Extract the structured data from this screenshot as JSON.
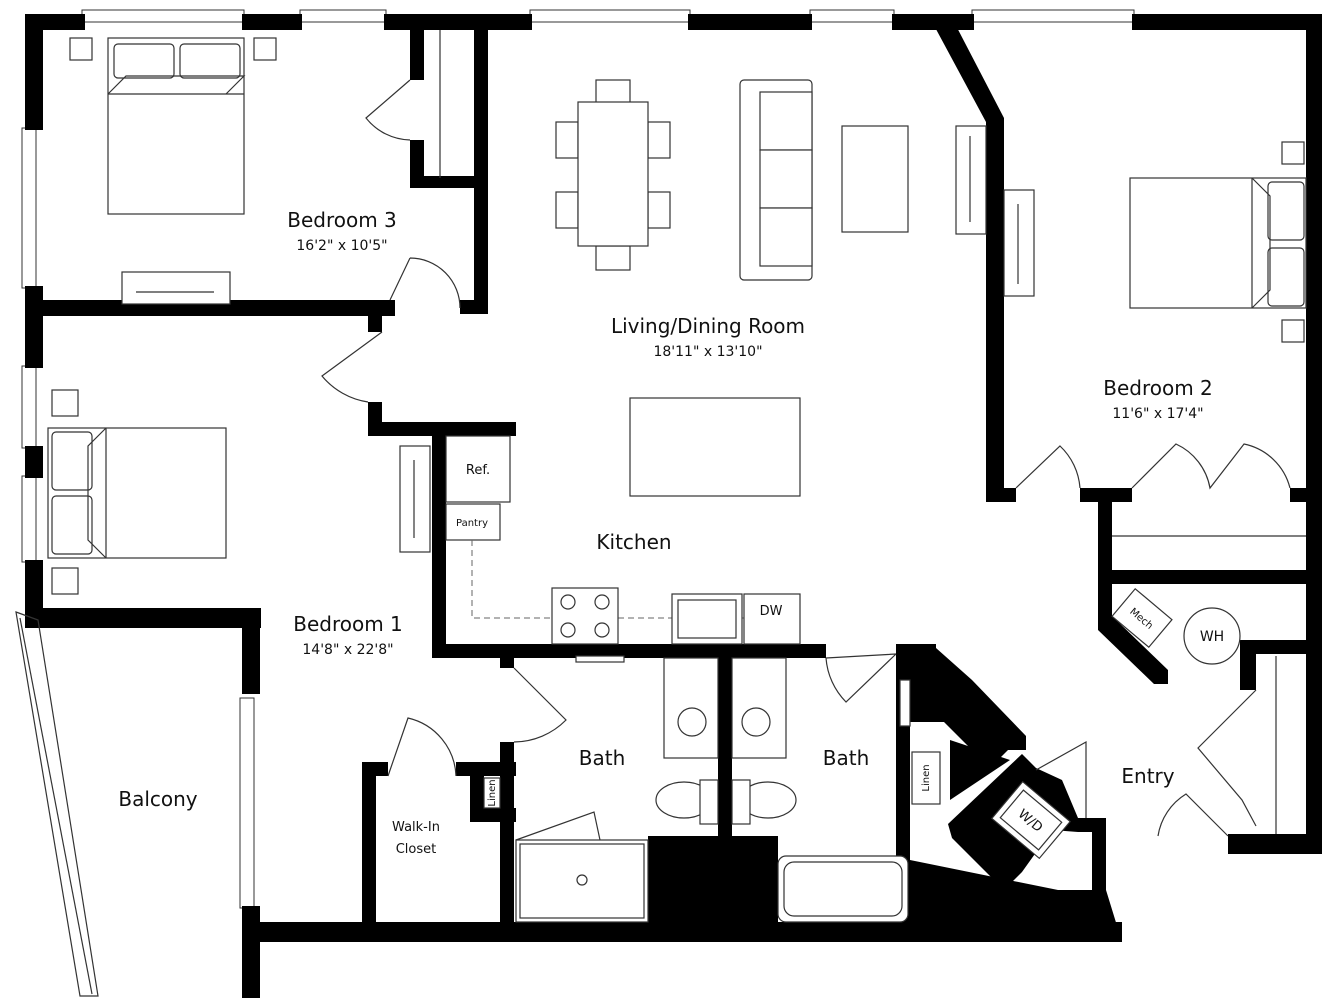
{
  "rooms": {
    "bedroom3": {
      "name": "Bedroom 3",
      "dims": "16'2\" x 10'5\""
    },
    "living": {
      "name": "Living/Dining Room",
      "dims": "18'11\" x 13'10\""
    },
    "bedroom2": {
      "name": "Bedroom 2",
      "dims": "11'6\" x 17'4\""
    },
    "kitchen": {
      "name": "Kitchen"
    },
    "bedroom1": {
      "name": "Bedroom 1",
      "dims": "14'8\" x 22'8\""
    },
    "balcony": {
      "name": "Balcony"
    },
    "bath_left": {
      "name": "Bath"
    },
    "bath_right": {
      "name": "Bath"
    },
    "entry": {
      "name": "Entry"
    },
    "closet": {
      "line1": "Walk-In",
      "line2": "Closet"
    }
  },
  "fixtures": {
    "ref": "Ref.",
    "pantry": "Pantry",
    "dw": "DW",
    "mech": "Mech",
    "wh": "WH",
    "wd": "W/D",
    "linen_left": "Linen",
    "linen_right": "Linen"
  }
}
